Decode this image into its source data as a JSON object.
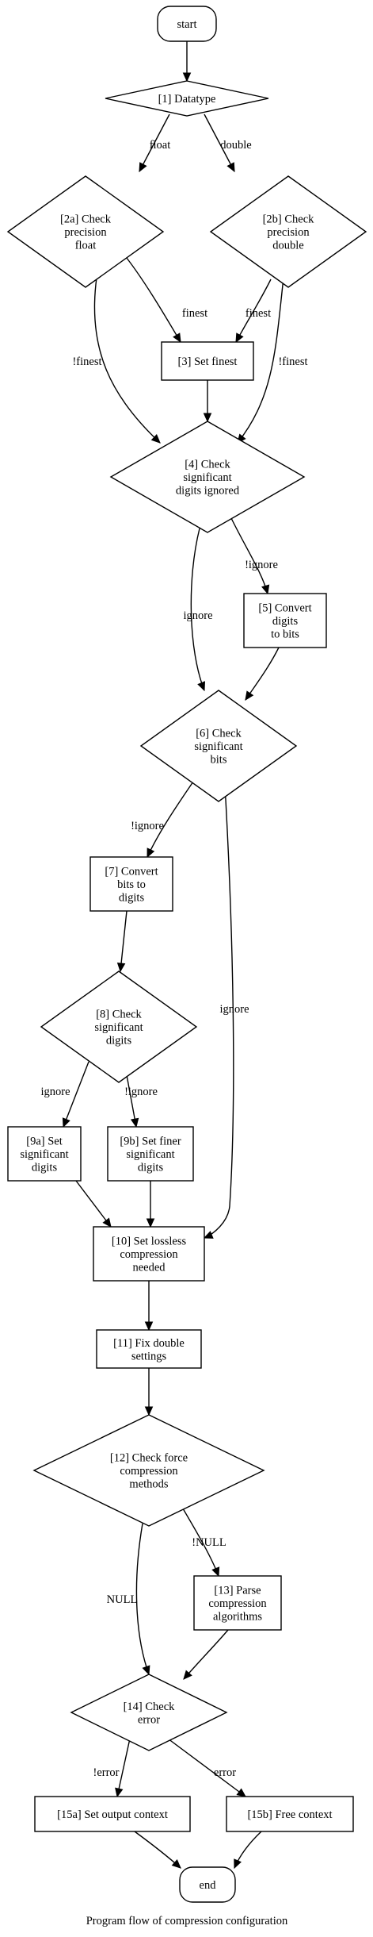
{
  "diagram": {
    "caption": "Program flow of compression configuration",
    "nodes": [
      {
        "id": "start",
        "shape": "rounded",
        "lines": [
          "start"
        ]
      },
      {
        "id": "n1",
        "shape": "diamond",
        "lines": [
          "[1] Datatype"
        ]
      },
      {
        "id": "n2a",
        "shape": "diamond",
        "lines": [
          "[2a] Check",
          "precision",
          "float"
        ]
      },
      {
        "id": "n2b",
        "shape": "diamond",
        "lines": [
          "[2b] Check",
          "precision",
          "double"
        ]
      },
      {
        "id": "n3",
        "shape": "box",
        "lines": [
          "[3] Set finest"
        ]
      },
      {
        "id": "n4",
        "shape": "diamond",
        "lines": [
          "[4] Check",
          "significant",
          "digits ignored"
        ]
      },
      {
        "id": "n5",
        "shape": "box",
        "lines": [
          "[5] Convert",
          "digits",
          "to bits"
        ]
      },
      {
        "id": "n6",
        "shape": "diamond",
        "lines": [
          "[6] Check",
          "significant",
          "bits"
        ]
      },
      {
        "id": "n7",
        "shape": "box",
        "lines": [
          "[7] Convert",
          "bits to",
          "digits"
        ]
      },
      {
        "id": "n8",
        "shape": "diamond",
        "lines": [
          "[8] Check",
          "significant",
          "digits"
        ]
      },
      {
        "id": "n9a",
        "shape": "box",
        "lines": [
          "[9a] Set",
          "significant",
          "digits"
        ]
      },
      {
        "id": "n9b",
        "shape": "box",
        "lines": [
          "[9b] Set finer",
          "significant",
          "digits"
        ]
      },
      {
        "id": "n10",
        "shape": "box",
        "lines": [
          "[10] Set lossless",
          "compression",
          "needed"
        ]
      },
      {
        "id": "n11",
        "shape": "box",
        "lines": [
          "[11] Fix double",
          "settings"
        ]
      },
      {
        "id": "n12",
        "shape": "diamond",
        "lines": [
          "[12] Check force",
          "compression",
          "methods"
        ]
      },
      {
        "id": "n13",
        "shape": "box",
        "lines": [
          "[13] Parse",
          "compression",
          "algorithms"
        ]
      },
      {
        "id": "n14",
        "shape": "diamond",
        "lines": [
          "[14] Check",
          "error"
        ]
      },
      {
        "id": "n15a",
        "shape": "box",
        "lines": [
          "[15a] Set output context"
        ]
      },
      {
        "id": "n15b",
        "shape": "box",
        "lines": [
          "[15b] Free context"
        ]
      },
      {
        "id": "end",
        "shape": "rounded",
        "lines": [
          "end"
        ]
      }
    ],
    "edges": [
      {
        "id": "e-start-n1",
        "from": "start",
        "to": "n1",
        "label": ""
      },
      {
        "id": "e-n1-n2a",
        "from": "n1",
        "to": "n2a",
        "label": "float"
      },
      {
        "id": "e-n1-n2b",
        "from": "n1",
        "to": "n2b",
        "label": "double"
      },
      {
        "id": "e-n2a-n3",
        "from": "n2a",
        "to": "n3",
        "label": "finest"
      },
      {
        "id": "e-n2b-n3",
        "from": "n2b",
        "to": "n3",
        "label": "finest"
      },
      {
        "id": "e-n2a-n4",
        "from": "n2a",
        "to": "n4",
        "label": "!finest"
      },
      {
        "id": "e-n2b-n4",
        "from": "n2b",
        "to": "n4",
        "label": "!finest"
      },
      {
        "id": "e-n3-n4",
        "from": "n3",
        "to": "n4",
        "label": ""
      },
      {
        "id": "e-n4-n5",
        "from": "n4",
        "to": "n5",
        "label": "!ignore"
      },
      {
        "id": "e-n4-n6",
        "from": "n4",
        "to": "n6",
        "label": "ignore"
      },
      {
        "id": "e-n5-n6",
        "from": "n5",
        "to": "n6",
        "label": ""
      },
      {
        "id": "e-n6-n7",
        "from": "n6",
        "to": "n7",
        "label": "!ignore"
      },
      {
        "id": "e-n6-n10",
        "from": "n6",
        "to": "n10",
        "label": "ignore"
      },
      {
        "id": "e-n7-n8",
        "from": "n7",
        "to": "n8",
        "label": ""
      },
      {
        "id": "e-n8-n9a",
        "from": "n8",
        "to": "n9a",
        "label": "ignore"
      },
      {
        "id": "e-n8-n9b",
        "from": "n8",
        "to": "n9b",
        "label": "!ignore"
      },
      {
        "id": "e-n9a-n10",
        "from": "n9a",
        "to": "n10",
        "label": ""
      },
      {
        "id": "e-n9b-n10",
        "from": "n9b",
        "to": "n10",
        "label": ""
      },
      {
        "id": "e-n10-n11",
        "from": "n10",
        "to": "n11",
        "label": ""
      },
      {
        "id": "e-n11-n12",
        "from": "n11",
        "to": "n12",
        "label": ""
      },
      {
        "id": "e-n12-n13",
        "from": "n12",
        "to": "n13",
        "label": "!NULL"
      },
      {
        "id": "e-n12-n14",
        "from": "n12",
        "to": "n14",
        "label": "NULL"
      },
      {
        "id": "e-n13-n14",
        "from": "n13",
        "to": "n14",
        "label": ""
      },
      {
        "id": "e-n14-n15a",
        "from": "n14",
        "to": "n15a",
        "label": "!error"
      },
      {
        "id": "e-n14-n15b",
        "from": "n14",
        "to": "n15b",
        "label": "error"
      },
      {
        "id": "e-n15a-end",
        "from": "n15a",
        "to": "end",
        "label": ""
      },
      {
        "id": "e-n15b-end",
        "from": "n15b",
        "to": "end",
        "label": ""
      }
    ]
  }
}
